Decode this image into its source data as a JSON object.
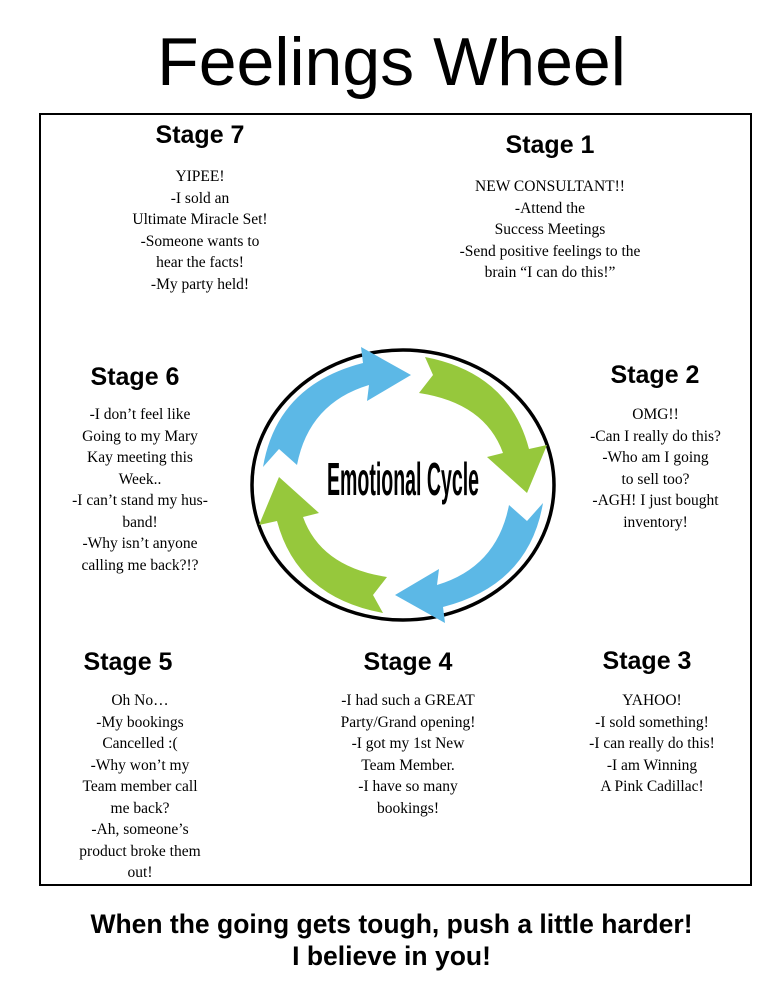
{
  "title": "Feelings Wheel",
  "wheel": {
    "center_label": "Emotional Cycle",
    "colors": {
      "blue": "#5cb8e6",
      "green": "#96c83c",
      "ring": "#000000"
    }
  },
  "stages": {
    "s7": {
      "heading": "Stage 7",
      "lines": [
        "YIPEE!",
        "-I sold an",
        "Ultimate Miracle Set!",
        "-Someone wants to",
        "hear the facts!",
        "-My party held!"
      ]
    },
    "s1": {
      "heading": "Stage 1",
      "lines": [
        "NEW CONSULTANT!!",
        "-Attend the",
        "Success Meetings",
        "-Send positive feelings to the",
        "brain “I can do this!”"
      ]
    },
    "s6": {
      "heading": "Stage 6",
      "lines": [
        "-I don’t feel like",
        "Going to my Mary",
        "Kay meeting this",
        "Week..",
        "-I can’t stand my hus-",
        "band!",
        "-Why isn’t anyone",
        "calling me back?!?"
      ]
    },
    "s2": {
      "heading": "Stage 2",
      "lines": [
        "OMG!!",
        "-Can I really do this?",
        "-Who am I going",
        "to sell too?",
        "-AGH! I just bought",
        "inventory!"
      ]
    },
    "s5": {
      "heading": "Stage 5",
      "lines": [
        "Oh No…",
        "-My bookings",
        "Cancelled :(",
        "-Why won’t my",
        "Team member call",
        "me back?",
        "-Ah, someone’s",
        "product broke them",
        "out!"
      ]
    },
    "s4": {
      "heading": "Stage 4",
      "lines": [
        "-I had such a GREAT",
        "Party/Grand opening!",
        "-I got my 1st New",
        "Team Member.",
        "-I have so many",
        "bookings!"
      ]
    },
    "s3": {
      "heading": "Stage 3",
      "lines": [
        "YAHOO!",
        "-I sold something!",
        "-I can really do this!",
        "-I am Winning",
        "A Pink Cadillac!"
      ]
    }
  },
  "footer": {
    "line1": "When the going gets tough, push a little harder!",
    "line2": "I believe in you!"
  }
}
